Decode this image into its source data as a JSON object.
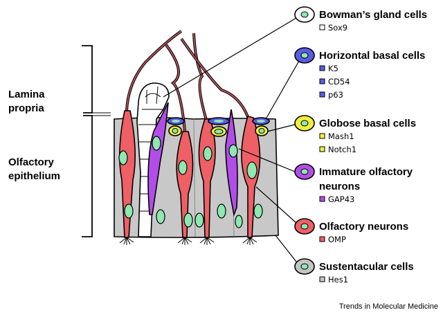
{
  "side_labels": {
    "lamina_propria": [
      "Lamina",
      "propria"
    ],
    "olfactory_epithelium": [
      "Olfactory",
      "epithelium"
    ]
  },
  "legend": [
    {
      "title": [
        "Bowman’s gland cells"
      ],
      "markers": [
        "Sox9"
      ],
      "color": "#ffffff",
      "marker_color": "#ffffff"
    },
    {
      "title": [
        "Horizontal basal cells"
      ],
      "markers": [
        "K5",
        "CD54",
        "p63"
      ],
      "color": "#5b5be6",
      "marker_color": "#5b5be6"
    },
    {
      "title": [
        "Globose basal cells"
      ],
      "markers": [
        "Mash1",
        "Notch1"
      ],
      "color": "#f2f03c",
      "marker_color": "#f2f03c"
    },
    {
      "title": [
        "Immature olfactory",
        "neurons"
      ],
      "markers": [
        "GAP43"
      ],
      "color": "#b24ee8",
      "marker_color": "#b24ee8"
    },
    {
      "title": [
        "Olfactory neurons"
      ],
      "markers": [
        "OMP"
      ],
      "color": "#ef5f66",
      "marker_color": "#ef5f66"
    },
    {
      "title": [
        "Sustentacular cells"
      ],
      "markers": [
        "Hes1"
      ],
      "color": "#c4c4c4",
      "marker_color": "#c4c4c4"
    }
  ],
  "credit": "Trends in Molecular Medicine",
  "colors": {
    "nucleus": "#8ee8b0",
    "axon": "#b0505a",
    "tissue": "#c8c8c8"
  }
}
